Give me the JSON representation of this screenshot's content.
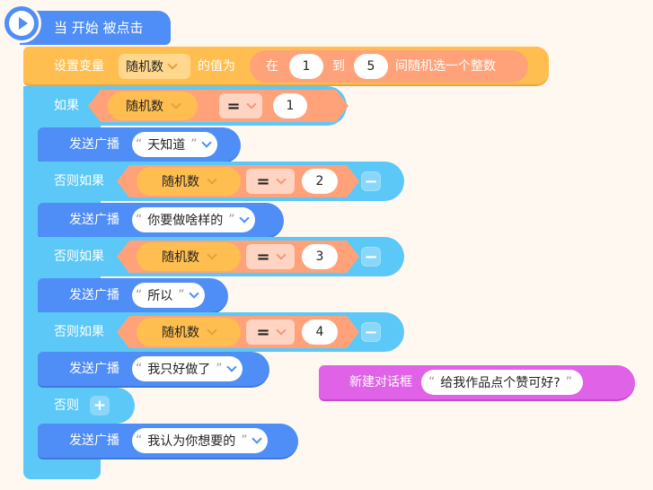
{
  "hat": {
    "label": "当 开始 被点击"
  },
  "set_var": {
    "prefix": "设置变量",
    "var_name": "随机数",
    "middle": "的值为",
    "rand_in": "在",
    "from": "1",
    "to_word": "到",
    "to": "5",
    "suffix": "间随机选一个整数"
  },
  "branches": [
    {
      "keyword": "如果",
      "var": "随机数",
      "op": "=",
      "value": "1",
      "broadcast_label": "发送广播",
      "message": "天知道"
    },
    {
      "keyword": "否则如果",
      "var": "随机数",
      "op": "=",
      "value": "2",
      "broadcast_label": "发送广播",
      "message": "你要做啥样的"
    },
    {
      "keyword": "否则如果",
      "var": "随机数",
      "op": "=",
      "value": "3",
      "broadcast_label": "发送广播",
      "message": "所以"
    },
    {
      "keyword": "否则如果",
      "var": "随机数",
      "op": "=",
      "value": "4",
      "broadcast_label": "发送广播",
      "message": "我只好做了"
    }
  ],
  "else_branch": {
    "keyword": "否则",
    "broadcast_label": "发送广播",
    "message": "我认为你想要的"
  },
  "dialog": {
    "label": "新建对话框",
    "text": "给我作品点个赞可好?"
  },
  "quotes": {
    "open": "“",
    "close": "”"
  },
  "colors": {
    "background": "#fff8f1",
    "event": "#4f8df7",
    "variable": "#ffbe4f",
    "control": "#5bc8f7",
    "operator": "#ffa27a",
    "dialog": "#e062e6"
  }
}
